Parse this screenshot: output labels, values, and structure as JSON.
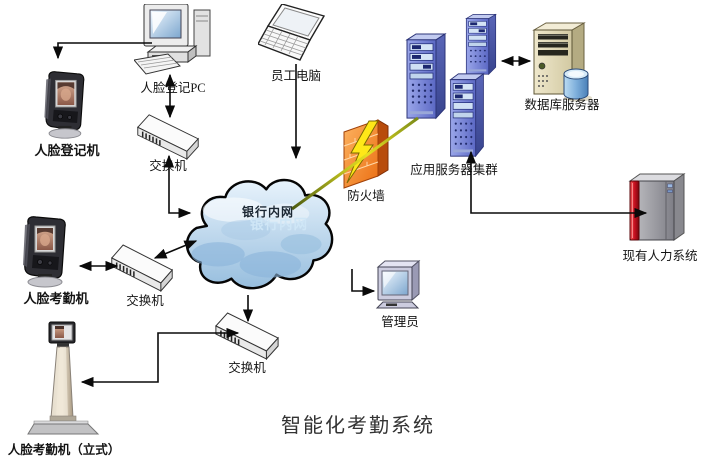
{
  "title": "智能化考勤系统",
  "nodes": {
    "face_reg_machine": {
      "label": "人脸登记机"
    },
    "face_reg_pc": {
      "label": "人脸登记PC"
    },
    "switch_top": {
      "label": "交换机"
    },
    "employee_laptop": {
      "label": "员工电脑"
    },
    "cloud": {
      "label": "银行内网",
      "shadow_label": "银行内网"
    },
    "firewall": {
      "label": "防火墙"
    },
    "app_server_cluster": {
      "label": "应用服务器集群"
    },
    "db_server": {
      "label": "数据库服务器"
    },
    "hr_system": {
      "label": "现有人力系统"
    },
    "face_attendance_machine": {
      "label": "人脸考勤机"
    },
    "switch_mid": {
      "label": "交换机"
    },
    "switch_bottom": {
      "label": "交换机"
    },
    "standing_attendance_machine": {
      "label": "人脸考勤机（立式）"
    },
    "admin_pc": {
      "label": "管理员"
    }
  },
  "colors": {
    "cloud_fill": "#aecde8",
    "firewall_orange": "#f08228",
    "lightning_yellow": "#ffe818",
    "app_server_blue": "#7280d4",
    "db_server_beige": "#e2dab8",
    "hr_stripe_red": "#c01018",
    "link_olive": "#8a9a20",
    "line_black": "#111111"
  }
}
